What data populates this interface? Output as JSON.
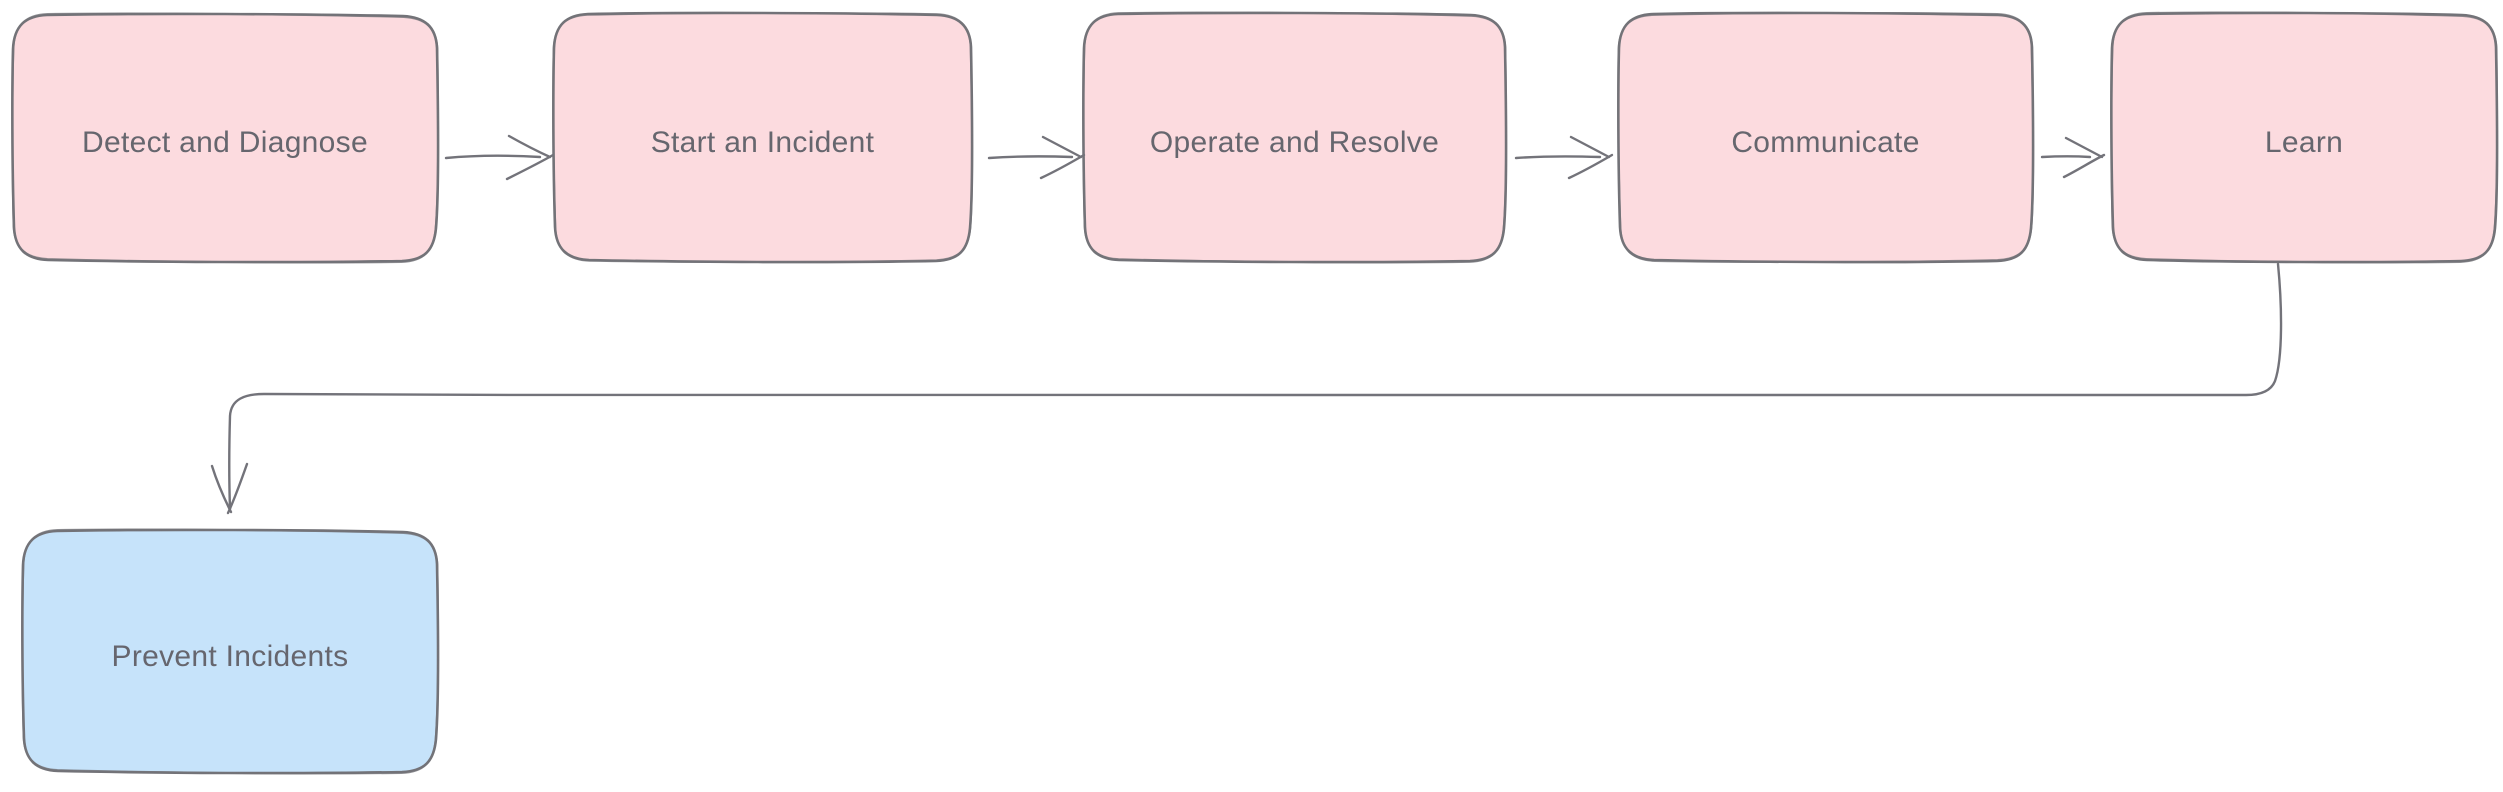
{
  "diagram": {
    "colors": {
      "node_pink": "#fcdbdf",
      "node_blue": "#c6e3fa",
      "stroke": "#737378",
      "text": "#66666e",
      "background": "#ffffff"
    },
    "nodes": [
      {
        "id": "detect",
        "label": "Detect and Diagnose",
        "fill": "#fcdbdf"
      },
      {
        "id": "start",
        "label": "Start an Incident",
        "fill": "#fcdbdf"
      },
      {
        "id": "operate",
        "label": "Operate and Resolve",
        "fill": "#fcdbdf"
      },
      {
        "id": "communicate",
        "label": "Communicate",
        "fill": "#fcdbdf"
      },
      {
        "id": "learn",
        "label": "Learn",
        "fill": "#fcdbdf"
      },
      {
        "id": "prevent",
        "label": "Prevent Incidents",
        "fill": "#c6e3fa"
      }
    ],
    "edges": [
      {
        "from": "Detect and Diagnose",
        "to": "Start an Incident"
      },
      {
        "from": "Start an Incident",
        "to": "Operate and Resolve"
      },
      {
        "from": "Operate and Resolve",
        "to": "Communicate"
      },
      {
        "from": "Communicate",
        "to": "Learn"
      },
      {
        "from": "Learn",
        "to": "Prevent Incidents"
      }
    ]
  }
}
